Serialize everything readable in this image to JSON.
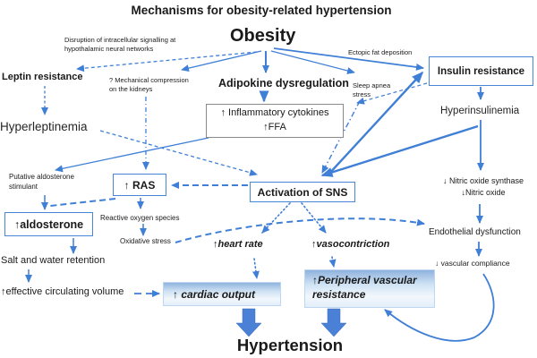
{
  "title": "Mechanisms for obesity-related hypertension",
  "colors": {
    "arrow_blue": "#3f7fd6",
    "box_border_blue": "#4a86d8",
    "box_border_gray": "#8a8a8a",
    "gradient_box_top": "#8fb3dd",
    "gradient_box_bottom": "#e3eefa",
    "block_arrow_fill": "#4a80d5",
    "text": "#1a1a1a"
  },
  "nodes": {
    "obesity": "Obesity",
    "hypertension": "Hypertension",
    "disruption": "Disruption of intracellular signalling at\nhypothalamic neural networks",
    "ectopic": "Ectopic fat deposition",
    "leptin_resistance": "Leptin resistance",
    "mechanical": "? Mechanical compression\non the kidneys",
    "adipokine": "Adipokine dysregulation",
    "sleep_apnea": "Sleep apnea\nstress",
    "insulin_resistance": "Insulin resistance",
    "inflammatory": "↑ Inflammatory cytokines\n↑FFA",
    "hyperleptinemia": "Hyperleptinemia",
    "hyperinsulinemia": "Hyperinsulinemia",
    "putative": "Putative aldosterone\nstimulant",
    "ras": "↑ RAS",
    "sns": "Activation of SNS",
    "nitric": "↓ Nitric oxide synthase\n↓Nitric oxide",
    "aldosterone": "↑aldosterone",
    "ros": "Reactive oxygen species",
    "oxidative": "Oxidative stress",
    "heart_rate": "↑heart rate",
    "vasocontriction": "↑vasocontriction",
    "endothelial": "Endothelial dysfunction",
    "salt_retention": "Salt and water retention",
    "vascular_compliance": "↓ vascular compliance",
    "effective_volume": "↑effective circulating volume",
    "cardiac_output": "↑ cardiac output",
    "peripheral": "↑Peripheral vascular\nresistance"
  },
  "edges": [
    {
      "from": "obesity",
      "to": "leptin_resistance",
      "style": "dashed"
    },
    {
      "from": "obesity",
      "to": "mechanical",
      "style": "solid"
    },
    {
      "from": "obesity",
      "to": "adipokine",
      "style": "solid"
    },
    {
      "from": "obesity",
      "to": "sleep_apnea",
      "style": "solid"
    },
    {
      "from": "obesity",
      "to": "insulin_resistance",
      "style": "solid",
      "label": "ectopic"
    },
    {
      "from": "adipokine",
      "to": "inflammatory",
      "style": "solid"
    },
    {
      "from": "insulin_resistance",
      "to": "hyperinsulinemia",
      "style": "solid"
    },
    {
      "from": "insulin_resistance",
      "to": "inflammatory",
      "style": "dashed"
    },
    {
      "from": "sleep_apnea",
      "to": "sns",
      "style": "dash-dot"
    },
    {
      "from": "sns",
      "to": "insulin_resistance",
      "style": "solid-thick"
    },
    {
      "from": "hyperinsulinemia",
      "to": "sns",
      "style": "solid-thick"
    },
    {
      "from": "hyperinsulinemia",
      "to": "nitric",
      "style": "solid"
    },
    {
      "from": "nitric",
      "to": "endothelial",
      "style": "solid"
    },
    {
      "from": "endothelial",
      "to": "vascular_compliance",
      "style": "solid"
    },
    {
      "from": "vascular_compliance",
      "to": "peripheral",
      "style": "solid-curve"
    },
    {
      "from": "leptin_resistance",
      "to": "hyperleptinemia",
      "style": "dashed"
    },
    {
      "from": "hyperleptinemia",
      "to": "sns",
      "style": "dashed"
    },
    {
      "from": "mechanical",
      "to": "ras",
      "style": "dash-dot"
    },
    {
      "from": "inflammatory",
      "to": "putative",
      "style": "solid"
    },
    {
      "from": "sns",
      "to": "ras",
      "style": "dashed"
    },
    {
      "from": "ras",
      "to": "ros",
      "style": "solid"
    },
    {
      "from": "ros",
      "to": "oxidative",
      "style": "solid"
    },
    {
      "from": "ras",
      "to": "aldosterone",
      "style": "dashed"
    },
    {
      "from": "putative",
      "to": "aldosterone",
      "style": "solid"
    },
    {
      "from": "aldosterone",
      "to": "salt_retention",
      "style": "solid"
    },
    {
      "from": "salt_retention",
      "to": "effective_volume",
      "style": "solid"
    },
    {
      "from": "effective_volume",
      "to": "cardiac_output",
      "style": "dashed"
    },
    {
      "from": "sns",
      "to": "heart_rate",
      "style": "dotted"
    },
    {
      "from": "sns",
      "to": "vasocontriction",
      "style": "dotted"
    },
    {
      "from": "heart_rate",
      "to": "cardiac_output",
      "style": "dotted"
    },
    {
      "from": "vasocontriction",
      "to": "peripheral",
      "style": "dotted"
    },
    {
      "from": "oxidative",
      "to": "endothelial",
      "style": "dashed-curve"
    },
    {
      "from": "cardiac_output",
      "to": "hypertension",
      "style": "block"
    },
    {
      "from": "peripheral",
      "to": "hypertension",
      "style": "block"
    }
  ]
}
